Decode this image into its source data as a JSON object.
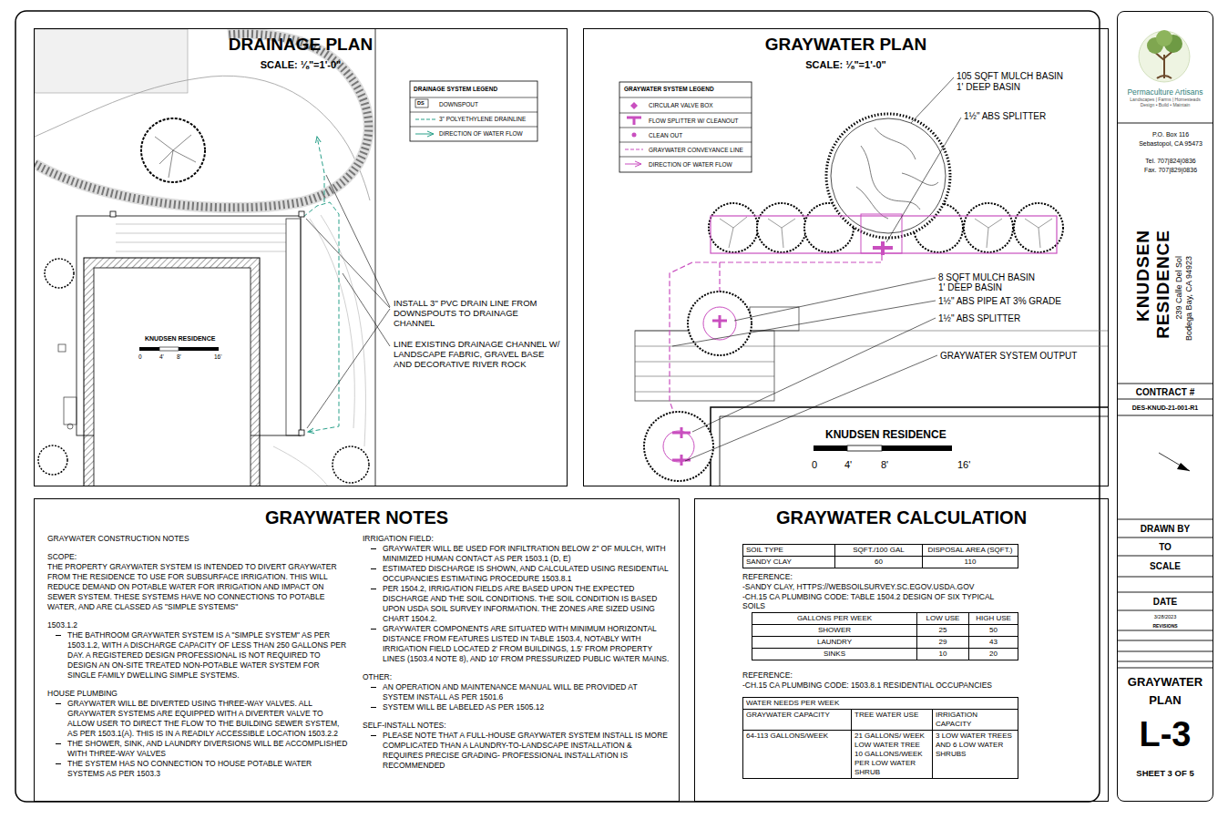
{
  "diagram": {
    "nodes": [
      {
        "text": [
          "DRAINAGE PLAN",
          "SCALE: ⅛\"=1'-0\""
        ]
      },
      {
        "text": [
          "KNUDSEN RESIDENCE",
          "0",
          "4'",
          "8'",
          "16'"
        ],
        "in": 0
      },
      {
        "text": [
          "GRAYWATER PLAN",
          "SCALE: ⅛\"=1'-0\""
        ]
      },
      {
        "text": [
          "KNUDSEN RESIDENCE",
          "0",
          "4'",
          "8'",
          "16'"
        ],
        "in": 2
      },
      {
        "text": [
          "GRAYWATER NOTES",
          "GRAYWATER CONSTRUCTION NOTES",
          "SCOPE:",
          "THE PROPERTY GRAYWATER SYSTEM IS INTENDED TO DIVERT GRAYWATER FROM THE RESIDENCE TO USE FOR SUBSURFACE IRRIGATION. THIS WILL REDUCE DEMAND ON POTABLE WATER FOR IRRIGATION AND IMPACT ON SEWER SYSTEM. THESE SYSTEMS HAVE NO CONNECTIONS TO POTABLE WATER, AND ARE CLASSED AS \"SIMPLE SYSTEMS\"",
          "1503.1.2",
          "THE BATHROOM GRAYWATER SYSTEM IS A \"SIMPLE SYSTEM\" AS PER 1503.1.2, WITH A DISCHARGE CAPACITY OF LESS THAN 250 GALLONS PER DAY. A REGISTERED DESIGN PROFESSIONAL IS NOT REQUIRED TO DESIGN AN ON-SITE TREATED NON-POTABLE WATER SYSTEM FOR SINGLE FAMILY DWELLING SIMPLE SYSTEMS.",
          "HOUSE PLUMBING",
          "GRAYWATER WILL BE DIVERTED USING THREE-WAY VALVES. ALL GRAYWATER SYSTEMS ARE EQUIPPED WITH A DIVERTER VALVE TO ALLOW USER TO DIRECT THE FLOW TO THE BUILDING SEWER SYSTEM, AS PER 1503.1(A). THIS IS IN A READILY ACCESSIBLE LOCATION 1503.2.2",
          "THE SHOWER, SINK, AND LAUNDRY DIVERSIONS WILL BE ACCOMPLISHED WITH THREE-WAY VALVES",
          "THE SYSTEM HAS NO CONNECTION TO HOUSE POTABLE WATER SYSTEMS AS PER 1503.3",
          "IRRIGATION FIELD:",
          "GRAYWATER WILL BE USED FOR INFILTRATION BELOW 2\" OF MULCH, WITH MINIMIZED HUMAN CONTACT AS PER 1503.1 (D, E)",
          "ESTIMATED DISCHARGE IS SHOWN, AND CALCULATED USING RESIDENTIAL OCCUPANCIES ESTIMATING PROCEDURE 1503.8.1",
          "PER 1504.2, IRRIGATION FIELDS ARE BASED UPON THE EXPECTED DISCHARGE AND THE SOIL CONDITIONS. THE SOIL CONDITION IS BASED UPON USDA SOIL SURVEY INFORMATION. THE ZONES ARE SIZED USING CHART 1504.2.",
          "GRAYWATER COMPONENTS ARE SITUATED WITH MINIMUM HORIZONTAL DISTANCE FROM FEATURES LISTED IN TABLE 1503.4, NOTABLY WITH IRRIGATION FIELD LOCATED 2' FROM BUILDINGS, 1.5' FROM PROPERTY LINES (1503.4 NOTE 8), AND 10' FROM PRESSURIZED PUBLIC WATER MAINS.",
          "OTHER:",
          "AN OPERATION AND MAINTENANCE MANUAL WILL BE PROVIDED AT SYSTEM INSTALL AS PER 1501.6",
          "SYSTEM WILL BE LABELED AS PER 1505.12",
          "SELF-INSTALL NOTES:",
          "PLEASE NOTE THAT A FULL-HOUSE GRAYWATER SYSTEM INSTALL IS MORE COMPLICATED THAN A LAUNDRY-TO-LANDSCAPE INSTALLATION & REQUIRES PRECISE GRADING- PROFESSIONAL INSTALLATION IS RECOMMENDED"
        ]
      },
      {
        "text": [
          "GRAYWATER CALCULATION",
          "REFERENCE:",
          "-SANDY CLAY, HTTPS://WEBSOILSURVEY.SC.EGOV.USDA.GOV",
          "-CH.15 CA PLUMBING CODE: TABLE 1504.2 DESIGN OF SIX TYPICAL SOILS",
          "REFERENCE:",
          "-CH.15 CA PLUMBING CODE: 1503.8.1 RESIDENTIAL OCCUPANCIES"
        ]
      },
      {
        "text": [
          "SOIL TYPE",
          "SQFT./100 GAL",
          "DISPOSAL AREA (SQFT.)",
          "SANDY CLAY",
          "60",
          "110"
        ],
        "in": 5
      },
      {
        "text": [
          "GALLONS PER WEEK",
          "LOW USE",
          "HIGH USE",
          "SHOWER",
          "25",
          "50",
          "LAUNDRY",
          "29",
          "43",
          "SINKS",
          "10",
          "20"
        ],
        "in": 5
      },
      {
        "text": [
          "WATER NEEDS PER WEEK",
          "GRAYWATER CAPACITY",
          "TREE WATER USE",
          "IRRIGATION CAPACITY",
          "64-113 GALLONS/WEEK",
          "21 GALLONS/ WEEK LOW WATER TREE 10 GALLONS/WEEK PER LOW WATER SHRUB",
          "3 LOW WATER TREES AND 6 LOW WATER SHRUBS"
        ],
        "in": 5
      },
      {
        "text": [
          "Permaculture Artisans",
          "Landscapes | Farms | Homesteads",
          "Design • Build • Maintain",
          "P.O. Box 116",
          "Sebastopol, CA 95473",
          "Tel. 707|824|0836",
          "Fax. 707|829|0836",
          "KNUDSEN RESIDENCE",
          "239 Calle Del Sol Bodega Bay, CA 94923",
          "CONTRACT #",
          "DES-KNUD-21-001-R1",
          "DRAWN BY",
          "TO",
          "SCALE",
          "DATE",
          "3/28/2023",
          "REVISIONS",
          "GRAYWATER PLAN",
          "L-3",
          "SHEET 3 OF 5"
        ]
      }
    ],
    "labels": [
      "DRAINAGE SYSTEM LEGEND",
      "DS",
      "INSTALL 3\" PVC DRAIN LINE FROM DOWNSPOUTS TO DRAINAGE CHANNEL",
      "LINE EXISTING DRAINAGE CHANNEL W/ LANDSCAPE FABRIC, GRAVEL BASE AND DECORATIVE RIVER ROCK",
      "GRAYWATER SYSTEM LEGEND",
      "105 SQFT MULCH BASIN",
      "1' DEEP BASIN",
      "1½\" ABS SPLITTER",
      "8 SQFT MULCH BASIN",
      "1' DEEP BASIN",
      "1½\" ABS PIPE AT 3% GRADE",
      "1½\" ABS SPLITTER",
      "GRAYWATER SYSTEM OUTPUT"
    ],
    "legend": [
      {
        "text": "DOWNSPOUT"
      },
      {
        "text": "3\" POLYETHYLENE DRAINLINE"
      },
      {
        "text": "DIRECTION OF WATER FLOW"
      },
      {
        "text": "CIRCULAR VALVE BOX"
      },
      {
        "text": "FLOW SPLITTER W/ CLEANOUT"
      },
      {
        "text": "CLEAN OUT"
      },
      {
        "text": "GRAYWATER CONVEYANCE LINE"
      },
      {
        "text": "DIRECTION OF WATER FLOW"
      }
    ]
  }
}
